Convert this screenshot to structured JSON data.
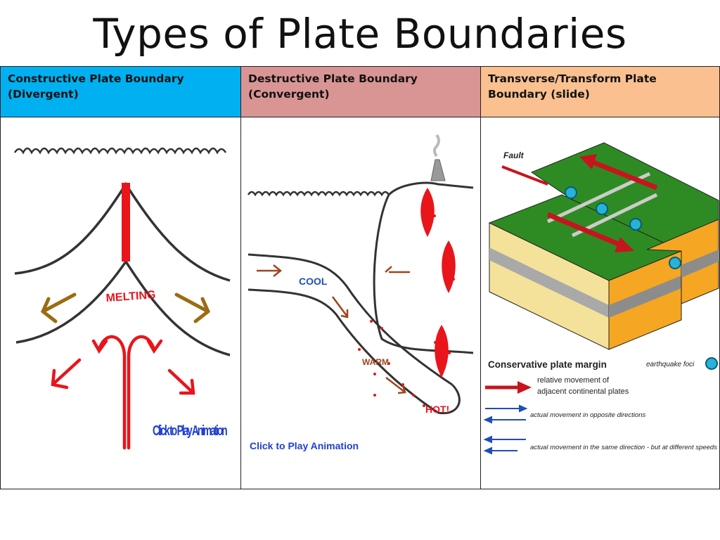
{
  "slide": {
    "title": "Types of Plate Boundaries"
  },
  "columns": [
    {
      "header": "Constructive Plate Boundary (Divergent)",
      "color": "#00b0f0",
      "labels": {
        "melting": "MELTING",
        "play": "Click to Play Animation"
      }
    },
    {
      "header": "Destructive Plate Boundary (Convergent)",
      "color": "#d99594",
      "labels": {
        "cool": "COOL",
        "warm": "WARM",
        "hot": "HOT!",
        "play": "Click to Play Animation"
      }
    },
    {
      "header": "Transverse/Transform Plate Boundary (slide)",
      "color": "#fac090",
      "labels": {
        "fault": "Fault",
        "caption": "Conservative plate margin",
        "foci": "earthquake foci",
        "legend_relative_1": "relative movement of",
        "legend_relative_2": "adjacent continental plates",
        "legend_opposite": "actual movement in opposite directions",
        "legend_same": "actual movement in the same direction - but at different speeds"
      }
    }
  ]
}
